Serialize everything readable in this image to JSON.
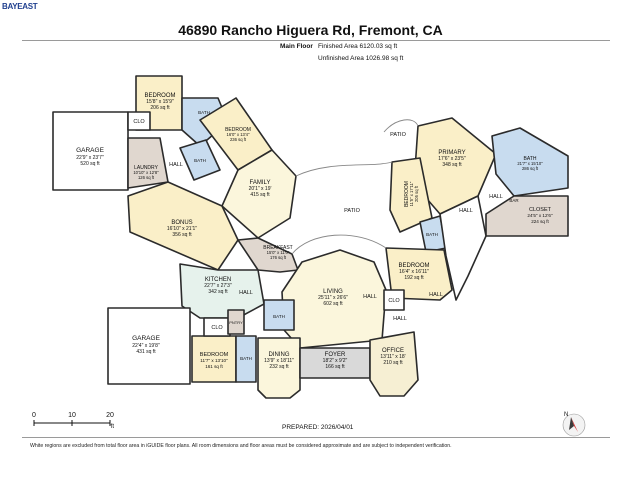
{
  "logo": "BAYEAST",
  "address": "46890 Rancho Higuera Rd, Fremont, CA",
  "floor_label": "Main Floor",
  "finished_area": "Finished Area 6120.03 sq ft",
  "unfinished_area": "Unfinished Area 1026.98 sq ft",
  "rooms": {
    "garage1": {
      "name": "GARAGE",
      "dims": "22'9\" x 23'7\"",
      "area": "520 sq ft"
    },
    "garage2": {
      "name": "GARAGE",
      "dims": "22'4\" x 19'8\"",
      "area": "431 sq ft"
    },
    "bedroom_nw": {
      "name": "BEDROOM",
      "dims": "15'8\" x 15'9\"",
      "area": "206 sq ft"
    },
    "bedroom_n2": {
      "name": "BEDROOM",
      "dims": "16'0\" x 13'4\"",
      "area": "236 sq ft"
    },
    "laundry": {
      "name": "LAUNDRY",
      "dims": "10'10\" x 12'8\"",
      "area": "126 sq ft"
    },
    "family": {
      "name": "FAMILY",
      "dims": "20'1\" x 19'",
      "area": "415 sq ft"
    },
    "bonus": {
      "name": "BONUS",
      "dims": "16'10\" x 21'1\"",
      "area": "356 sq ft"
    },
    "breakfast": {
      "name": "BREAKFAST",
      "dims": "15'0\" x 11'0\"",
      "area": "176 sq ft"
    },
    "kitchen": {
      "name": "KITCHEN",
      "dims": "22'7\" x 27'3\"",
      "area": "342 sq ft"
    },
    "living": {
      "name": "LIVING",
      "dims": "25'11\" x 26'6\"",
      "area": "602 sq ft"
    },
    "dining": {
      "name": "DINING",
      "dims": "13'9\" x 18'11\"",
      "area": "232 sq ft"
    },
    "foyer": {
      "name": "FOYER",
      "dims": "18'2\" x 9'2\"",
      "area": "166 sq ft"
    },
    "office": {
      "name": "OFFICE",
      "dims": "13'11\" x 18'",
      "area": "210 sq ft"
    },
    "bedroom_sw": {
      "name": "BEDROOM",
      "dims": "11'7\" x 13'10\"",
      "area": "161 sq ft"
    },
    "primary": {
      "name": "PRIMARY",
      "dims": "17'6\" x 23'5\"",
      "area": "348 sq ft"
    },
    "bath_primary": {
      "name": "BATH",
      "dims": "21'7\" x 15'10\"",
      "area": "286 sq ft"
    },
    "closet": {
      "name": "CLOSET",
      "dims": "24'5\" x 12'6\"",
      "area": "224 sq ft"
    },
    "bedroom_e": {
      "name": "BEDROOM",
      "dims": "16'4\" x 16'11\"",
      "area": "192 sq ft"
    },
    "bedroom_mid": {
      "name": "BEDROOM",
      "dims": "11'5\" x 17'11\"",
      "area": "205 sq ft"
    }
  },
  "labels": {
    "patio": "PATIO",
    "hall": "HALL",
    "clo": "CLO",
    "bath": "BATH",
    "pntry": "PNTRY",
    "bar": "BAR"
  },
  "scale_ticks": [
    "0",
    "10",
    "20"
  ],
  "scale_unit": "ft",
  "prepared": "PREPARED: 2026/04/01",
  "disclaimer": "White regions are excluded from total floor area in iGUIDE floor plans. All room dimensions and floor areas must be considered approximate and are subject to independent verification.",
  "compass_letter": "N",
  "colors": {
    "wall": "#2b2b2b",
    "bedroom": "#faefc8",
    "living": "#fbf6dc",
    "kitchen": "#e6f2ec",
    "bath": "#c8dcef",
    "utility": "#e0d7cf",
    "garage": "#ffffff",
    "foyer": "#d9d9d9",
    "office": "#f6efd3"
  }
}
